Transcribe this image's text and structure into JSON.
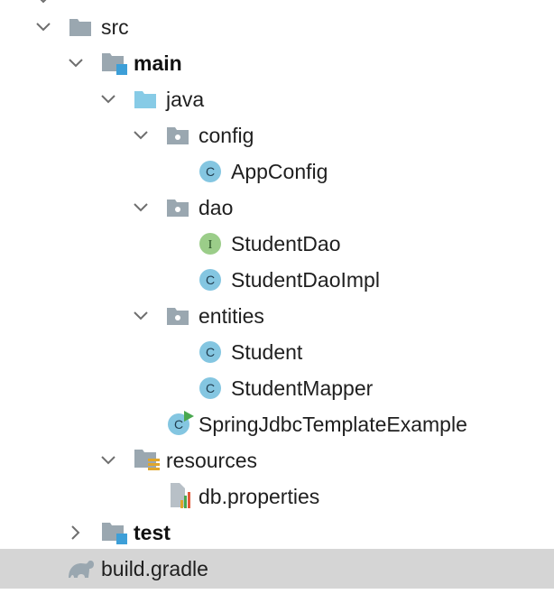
{
  "project_tree": {
    "items": [
      {
        "label": "src",
        "expanded": true,
        "icon": "folder-icon"
      },
      {
        "label": "main",
        "expanded": true,
        "icon": "source-set-folder-icon"
      },
      {
        "label": "java",
        "expanded": true,
        "icon": "sources-root-folder-icon"
      },
      {
        "label": "config",
        "expanded": true,
        "icon": "package-icon"
      },
      {
        "label": "AppConfig",
        "icon": "class-icon",
        "icon_letter": "C"
      },
      {
        "label": "dao",
        "expanded": true,
        "icon": "package-icon"
      },
      {
        "label": "StudentDao",
        "icon": "interface-icon",
        "icon_letter": "I"
      },
      {
        "label": "StudentDaoImpl",
        "icon": "class-icon",
        "icon_letter": "C"
      },
      {
        "label": "entities",
        "expanded": true,
        "icon": "package-icon"
      },
      {
        "label": "Student",
        "icon": "class-icon",
        "icon_letter": "C"
      },
      {
        "label": "StudentMapper",
        "icon": "class-icon",
        "icon_letter": "C"
      },
      {
        "label": "SpringJdbcTemplateExample",
        "icon": "runnable-class-icon",
        "icon_letter": "C"
      },
      {
        "label": "resources",
        "expanded": true,
        "icon": "resources-folder-icon"
      },
      {
        "label": "db.properties",
        "icon": "properties-file-icon"
      },
      {
        "label": "test",
        "expanded": false,
        "icon": "source-set-folder-icon"
      },
      {
        "label": "build.gradle",
        "icon": "gradle-icon",
        "selected": true
      }
    ]
  },
  "colors": {
    "folder_gray": "#9aa7b0",
    "sources_blue": "#87cbe6",
    "class_fill": "#84c6e1",
    "interface_fill": "#9bcd89",
    "run_green": "#49a84f",
    "selection_bg": "#d5d5d5",
    "text": "#1f1f1f"
  }
}
